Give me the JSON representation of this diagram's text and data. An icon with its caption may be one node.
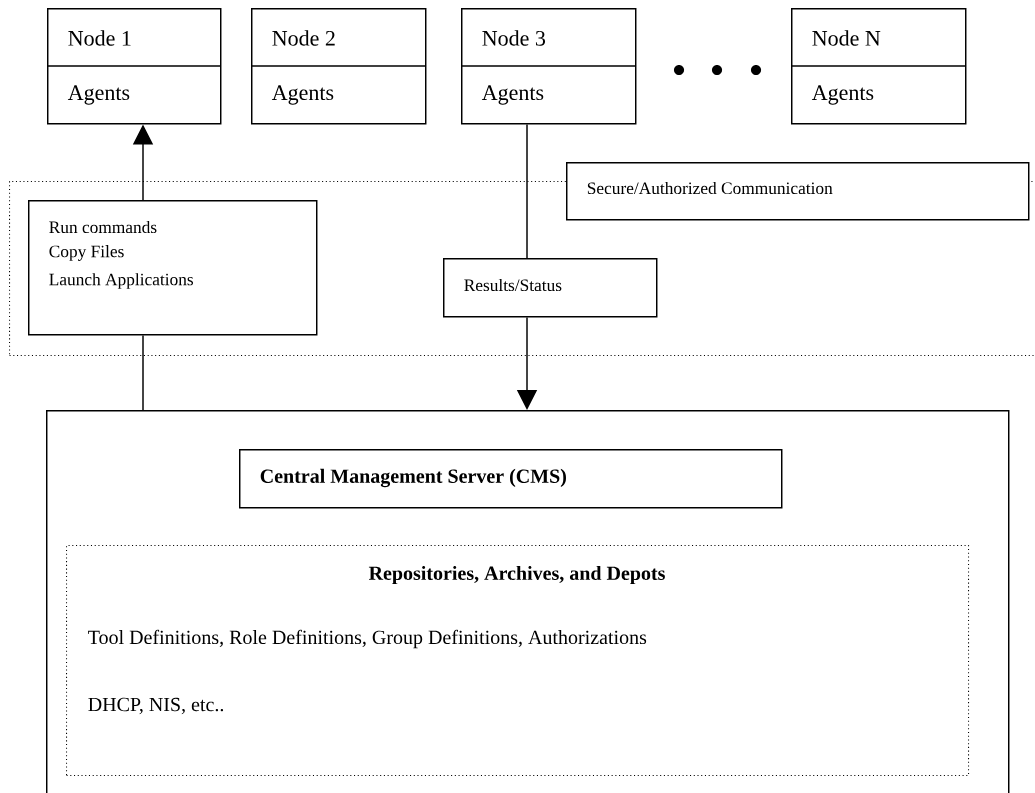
{
  "diagram": {
    "nodes": [
      {
        "text": [
          "Node 1",
          "Agents"
        ]
      },
      {
        "text": [
          "Node 2",
          "Agents"
        ]
      },
      {
        "text": [
          "Node 3",
          "Agents"
        ]
      },
      {
        "text": [
          "Node N",
          "Agents"
        ]
      },
      {
        "text": [],
        "shape": "box"
      },
      {
        "text": [
          "Secure/Authorized Communication"
        ]
      },
      {
        "text": [
          "Run commands",
          "Copy Files",
          "Launch Applications"
        ],
        "in": 4
      },
      {
        "text": [
          "Results/Status"
        ],
        "in": 4
      },
      {
        "text": [],
        "shape": "box"
      },
      {
        "text": [
          "Central Management Server (CMS)"
        ],
        "in": 8
      },
      {
        "text": [
          "Repositories, Archives, and Depots",
          "Tool Definitions, Role Definitions, Group Definitions, Authorizations",
          "DHCP, NIS, etc.."
        ],
        "in": 8
      }
    ],
    "edges": [
      {
        "from": 6,
        "to": 0,
        "arrow": "to"
      },
      {
        "from": 8,
        "to": 6,
        "arrow": "none"
      },
      {
        "from": 2,
        "to": 7,
        "arrow": "none"
      },
      {
        "from": 7,
        "to": 8,
        "arrow": "to"
      }
    ]
  }
}
